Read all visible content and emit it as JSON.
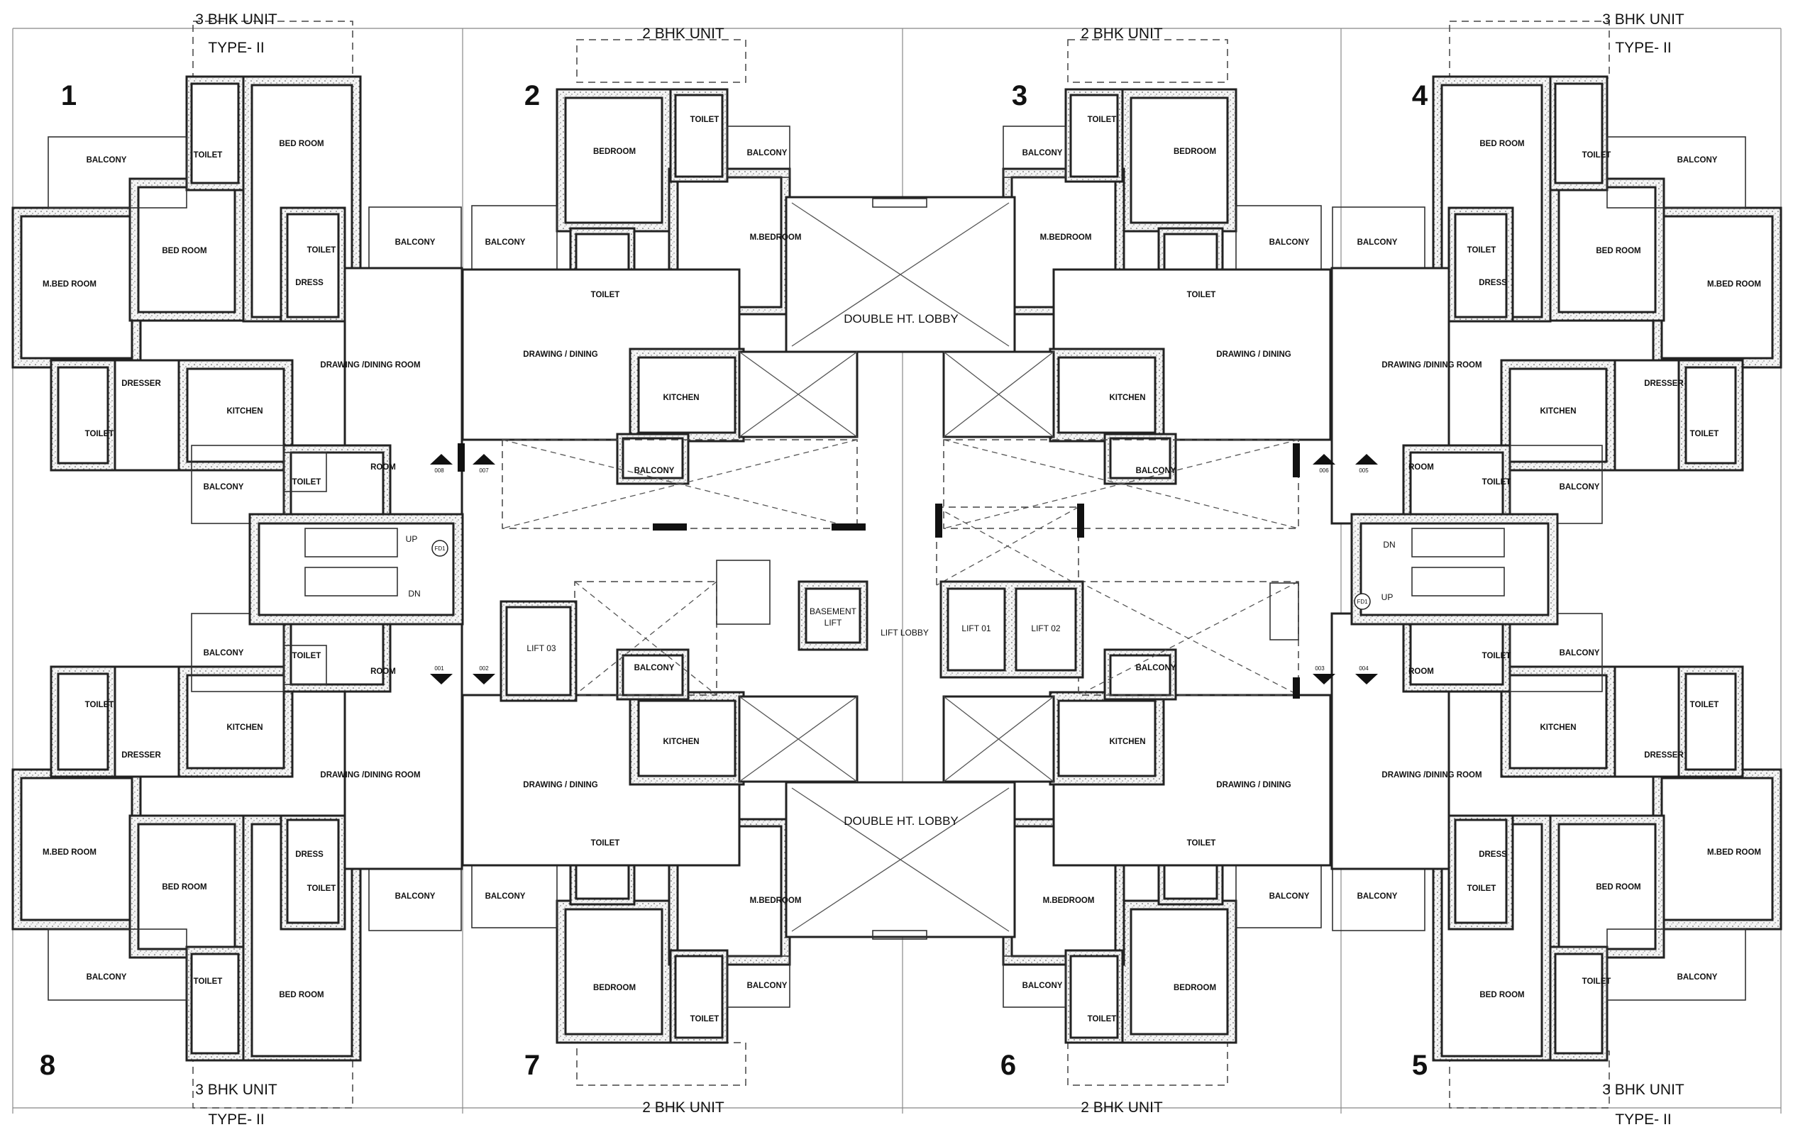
{
  "unit_numbers": [
    "1",
    "2",
    "3",
    "4",
    "5",
    "6",
    "7",
    "8"
  ],
  "unit_types": {
    "three_bhk": "3 BHK UNIT",
    "type_ii": "TYPE- II",
    "two_bhk": "2 BHK UNIT"
  },
  "core": {
    "lobby_top": "DOUBLE HT. LOBBY",
    "lobby_bottom": "DOUBLE HT. LOBBY",
    "lift_lobby": "LIFT LOBBY",
    "lift_01": "LIFT 01",
    "lift_02": "LIFT 02",
    "lift_03": "LIFT 03",
    "basement_lift_1": "BASEMENT",
    "basement_lift_2": "LIFT",
    "stair_up": "UP",
    "stair_dn": "DN",
    "fire_door": "FD1",
    "door_codes": [
      "008",
      "007",
      "006",
      "005",
      "001",
      "002",
      "003",
      "004"
    ]
  },
  "rooms3": {
    "balcony": "BALCONY",
    "toilet": "TOILET",
    "bed_room": "BED ROOM",
    "m_bed_room": "M.BED ROOM",
    "dress": "DRESS",
    "dresser": "DRESSER",
    "kitchen": "KITCHEN",
    "drawing_dining": "DRAWING /DINING ROOM",
    "room": "ROOM"
  },
  "rooms2": {
    "bedroom": "BEDROOM",
    "m_bedroom": "M.BEDROOM",
    "toilet": "TOILET",
    "balcony": "BALCONY",
    "kitchen": "KITCHEN",
    "drawing_dining": "DRAWING / DINING"
  }
}
